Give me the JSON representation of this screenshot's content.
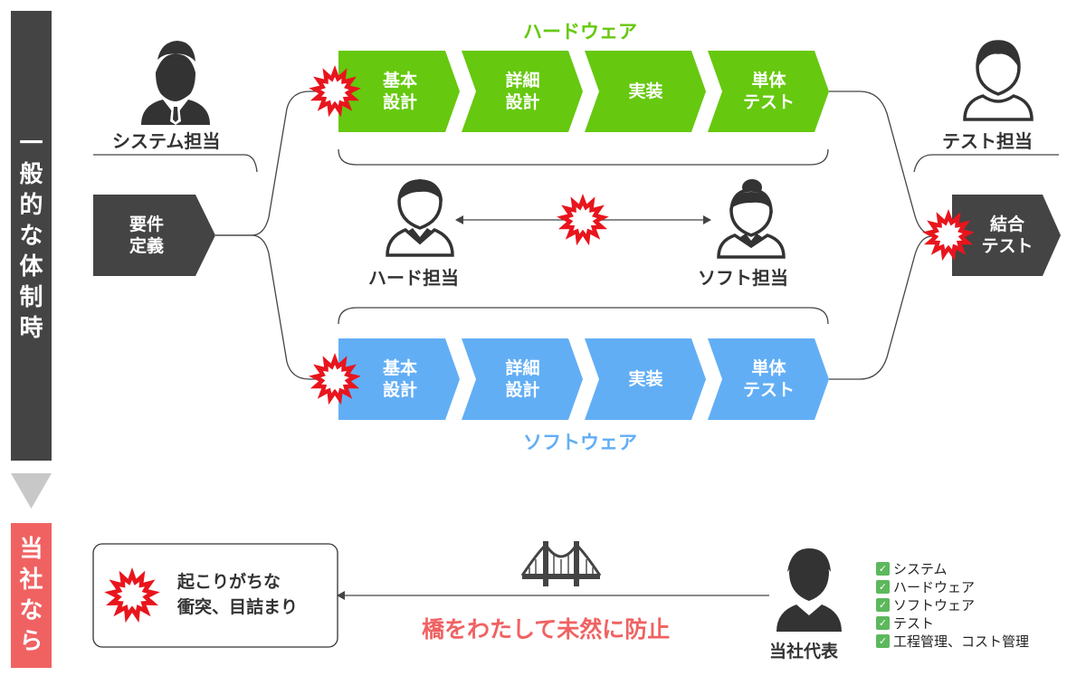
{
  "side_labels": {
    "general": "一般的な体制時",
    "ours": "当社なら"
  },
  "hardware": {
    "title": "ハードウェア",
    "steps": [
      "基本\n設計",
      "詳細\n設計",
      "実装",
      "単体\nテスト"
    ]
  },
  "software": {
    "title": "ソフトウェア",
    "steps": [
      "基本\n設計",
      "詳細\n設計",
      "実装",
      "単体\nテスト"
    ]
  },
  "requirement": "要件\n定義",
  "integration": "結合\nテスト",
  "roles": {
    "system": "システム担当",
    "test": "テスト担当",
    "hard": "ハード担当",
    "soft": "ソフト担当",
    "rep": "当社代表"
  },
  "conflict_text": "起こりがちな\n衝突、目詰まり",
  "bridge_text": "橋をわたして未然に防止",
  "checklist": [
    "システム",
    "ハードウェア",
    "ソフトウェア",
    "テスト",
    "工程管理、コスト管理"
  ],
  "colors": {
    "hardware": "#66c80f",
    "software": "#62aef5",
    "dark": "#444444",
    "accent_red": "#f06262",
    "burst": "#e8151d"
  }
}
